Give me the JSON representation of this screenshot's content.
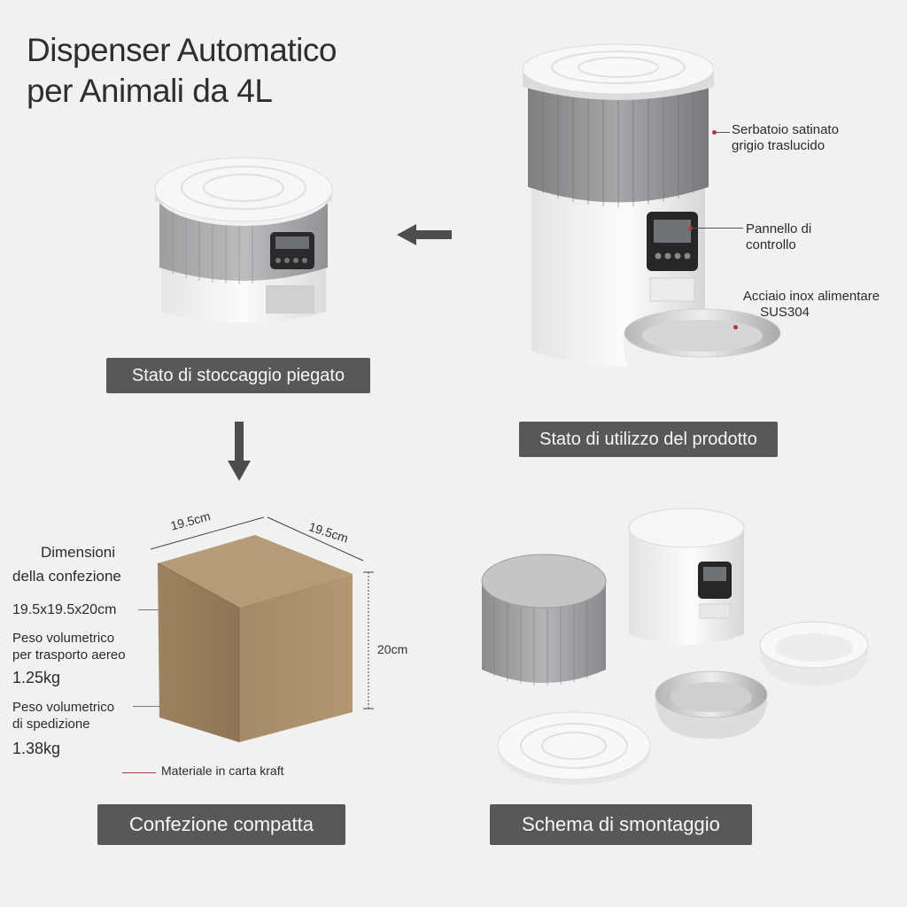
{
  "title": {
    "line1": "Dispenser Automatico",
    "line2": "per Animali da 4L"
  },
  "sections": {
    "folded_label": "Stato di stoccaggio piegato",
    "in_use_label": "Stato di utilizzo del prodotto",
    "compact_label": "Confezione compatta",
    "disassembly_label": "Schema di smontaggio"
  },
  "callouts": {
    "tank_line1": "Serbatoio satinato",
    "tank_line2": "grigio traslucido",
    "panel_line1": "Pannello di",
    "panel_line2": "controllo",
    "bowl_line1": "Acciaio inox alimentare",
    "bowl_line2": "SUS304"
  },
  "package": {
    "dimensions_title_line1": "Dimensioni",
    "dimensions_title_line2": "della confezione",
    "dimensions_value": "19.5x19.5x20cm",
    "air_weight_line1": "Peso volumetrico",
    "air_weight_line2": "per trasporto aereo",
    "air_weight_value": "1.25kg",
    "ship_weight_line1": "Peso volumetrico",
    "ship_weight_line2": "di spedizione",
    "ship_weight_value": "1.38kg",
    "material": "Materiale in carta kraft",
    "width_label": "19.5cm",
    "depth_label": "19.5cm",
    "height_label": "20cm"
  },
  "colors": {
    "pill_bg": "#58585b",
    "callout_dot": "#b33a3a",
    "kraft": "#a98d69"
  },
  "icons": [
    "arrow-left-icon",
    "arrow-down-icon"
  ]
}
